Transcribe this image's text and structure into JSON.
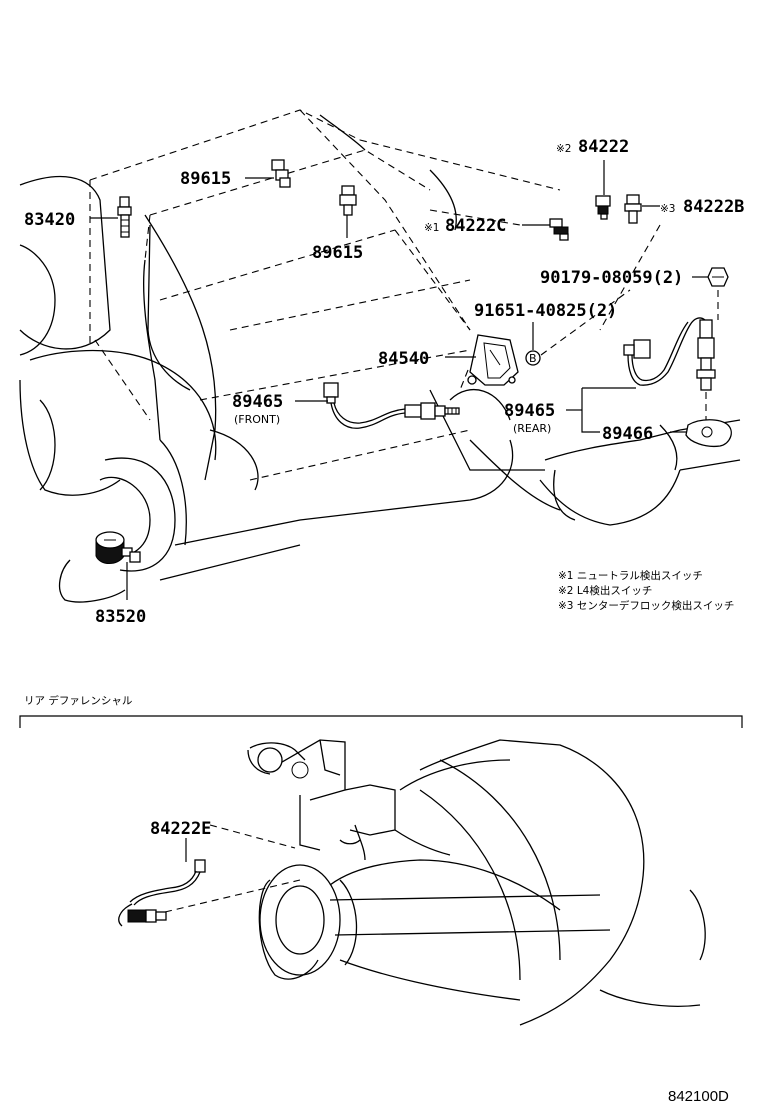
{
  "diagram": {
    "labels": {
      "p83420": "83420",
      "p89615_a": "89615",
      "p89615_b": "89615",
      "p84222": "84222",
      "p84222_prefix": "※2",
      "p84222C": "84222C",
      "p84222C_prefix": "※1",
      "p84222B": "84222B",
      "p84222B_prefix": "※3",
      "p90179": "90179-08059(2)",
      "p91651": "91651-40825(2)",
      "p84540": "84540",
      "p89465_front": "89465",
      "front": "(FRONT)",
      "p89465_rear": "89465",
      "rear": "(REAR)",
      "p89466": "89466",
      "p83520": "83520",
      "p84222E": "84222E",
      "bolt_mark": "B"
    },
    "notes": [
      "※1  ニュートラル検出スイッチ",
      "※2  L4検出スイッチ",
      "※3  センターデフロック検出スイッチ"
    ],
    "section_title": "リア  デファレンシャル",
    "figure_code": "842100D"
  }
}
